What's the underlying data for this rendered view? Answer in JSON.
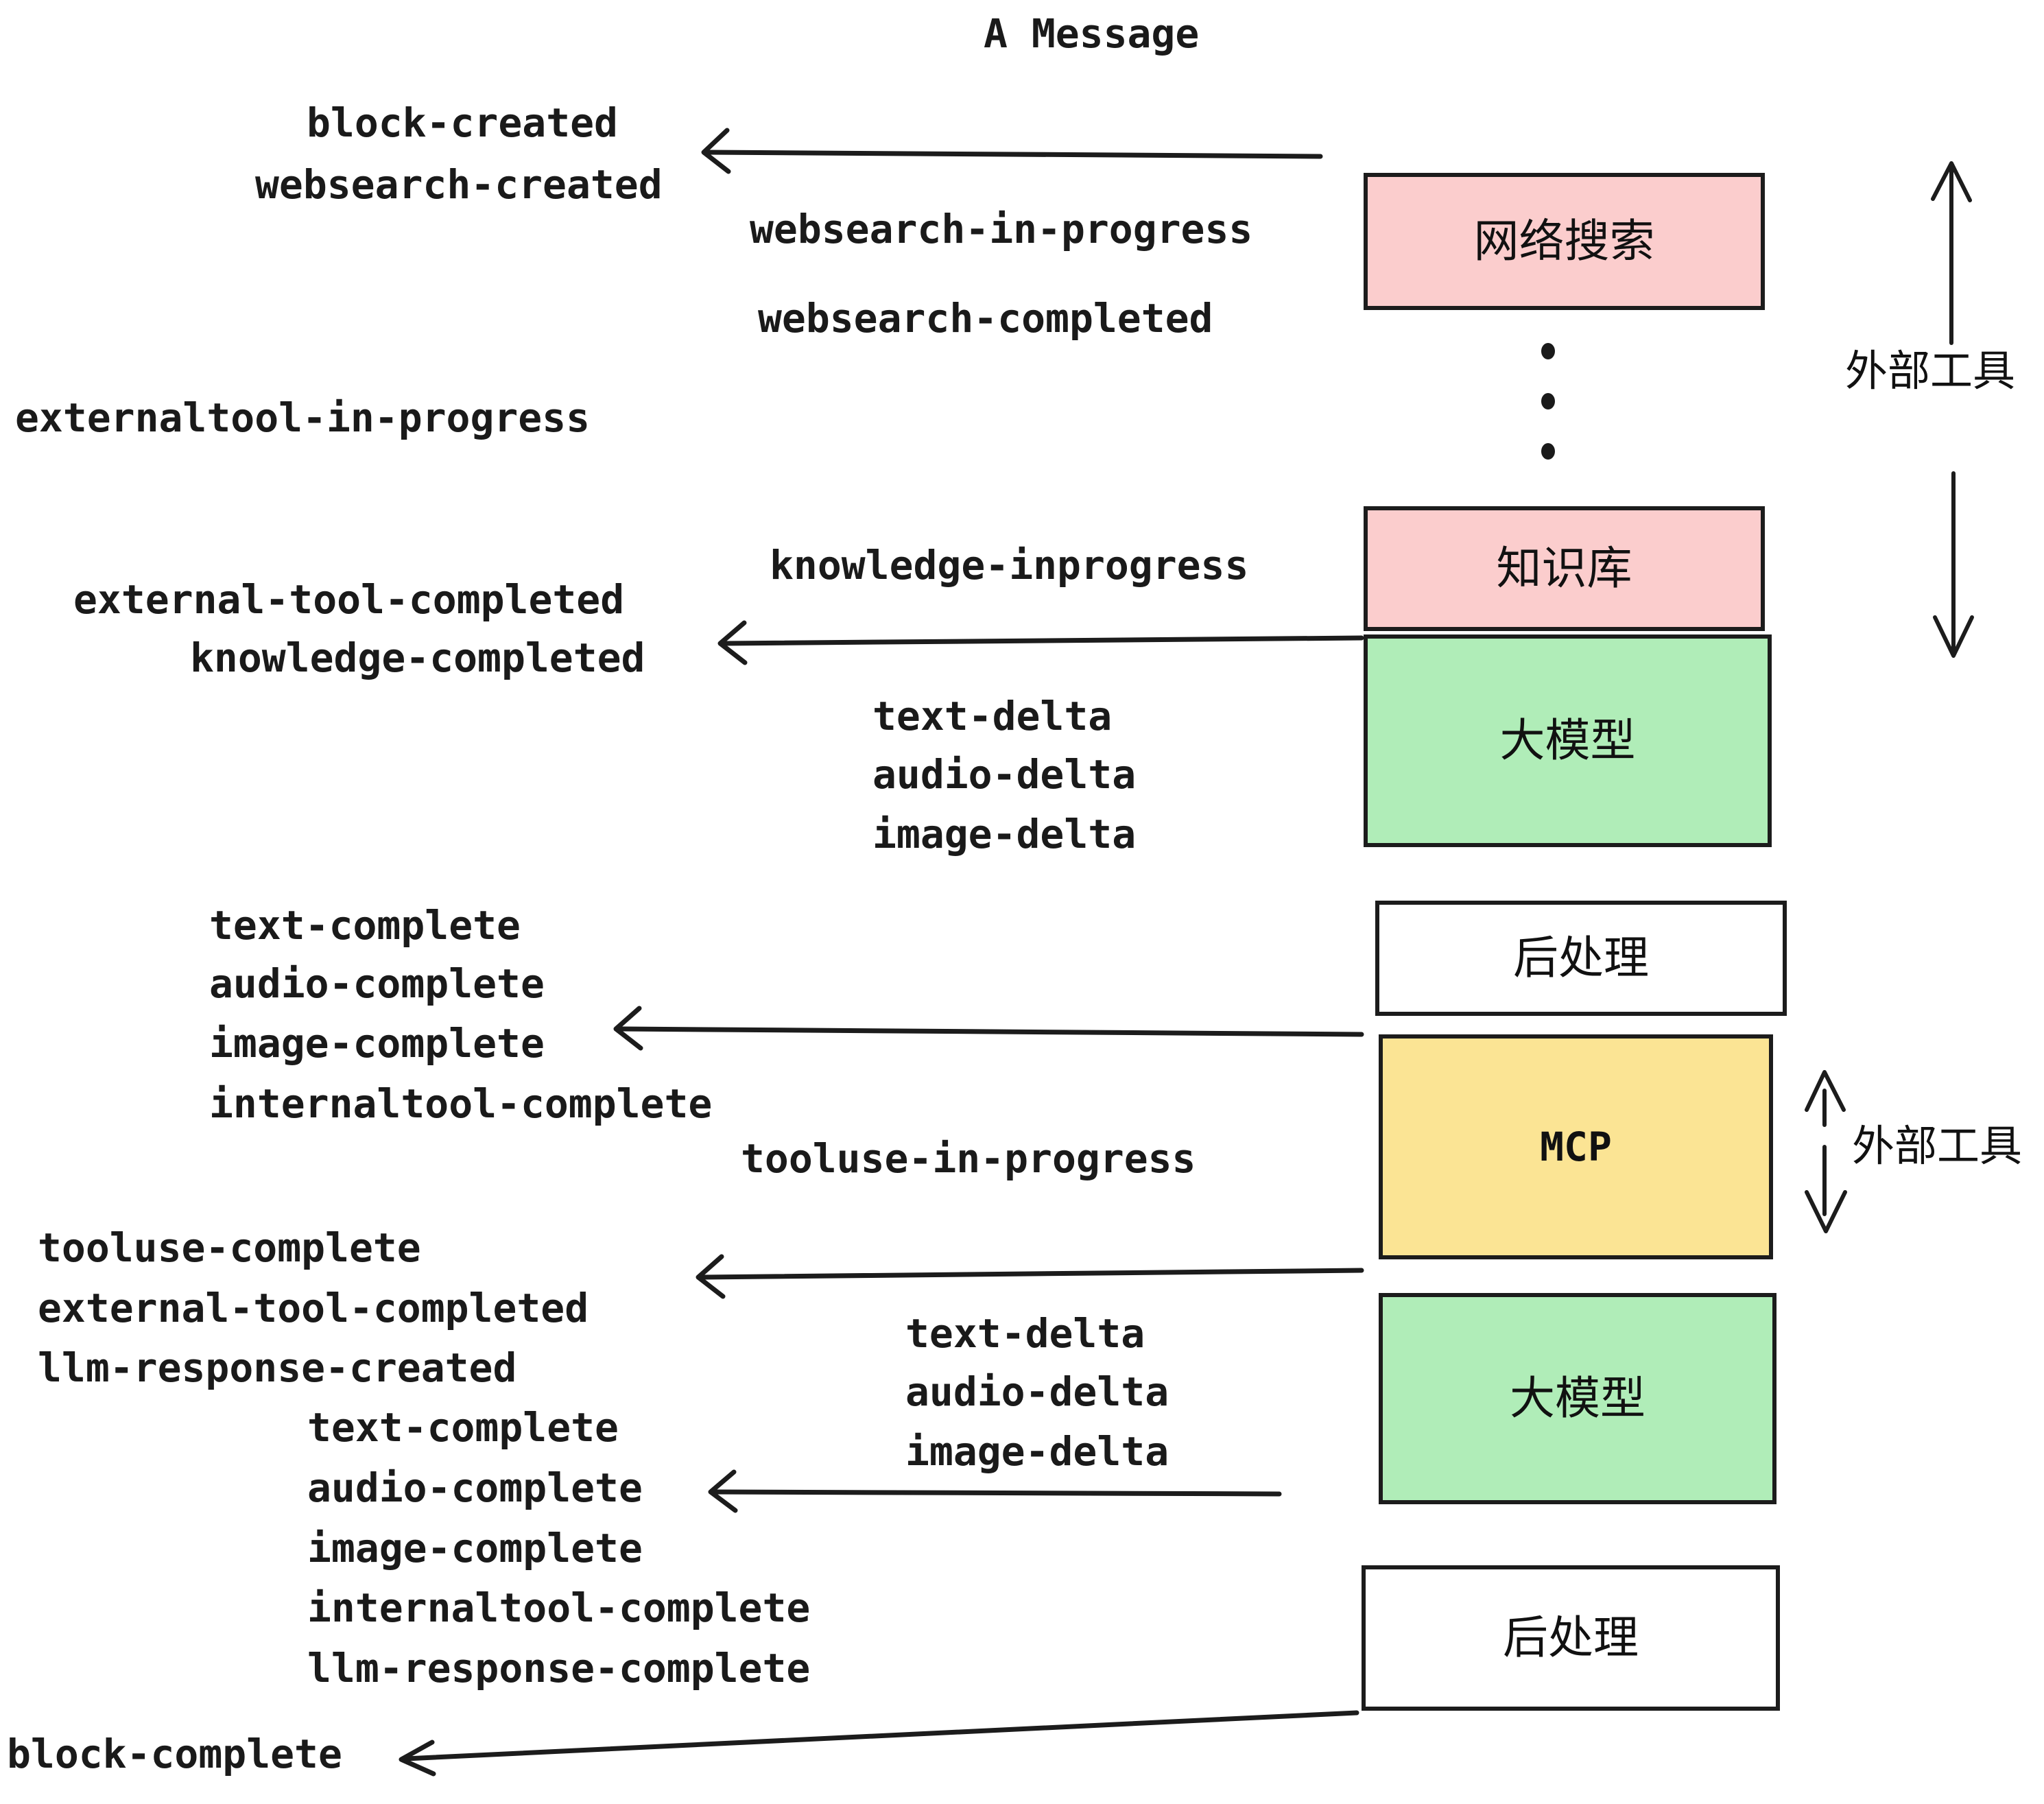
{
  "title": "A Message",
  "events": [
    {
      "key": "block-created",
      "text": "block-created"
    },
    {
      "key": "websearch-created",
      "text": "websearch-created"
    },
    {
      "key": "websearch-in-progress",
      "text": "websearch-in-progress"
    },
    {
      "key": "websearch-completed",
      "text": "websearch-completed"
    },
    {
      "key": "externaltool-in-progress",
      "text": "externaltool-in-progress"
    },
    {
      "key": "knowledge-inprogress",
      "text": "knowledge-inprogress"
    },
    {
      "key": "external-tool-completed-1",
      "text": "external-tool-completed"
    },
    {
      "key": "knowledge-completed",
      "text": "knowledge-completed"
    },
    {
      "key": "text-delta-1",
      "text": "text-delta"
    },
    {
      "key": "audio-delta-1",
      "text": "audio-delta"
    },
    {
      "key": "image-delta-1",
      "text": "image-delta"
    },
    {
      "key": "text-complete-1",
      "text": "text-complete"
    },
    {
      "key": "audio-complete-1",
      "text": "audio-complete"
    },
    {
      "key": "image-complete-1",
      "text": "image-complete"
    },
    {
      "key": "internaltool-complete-1",
      "text": "internaltool-complete"
    },
    {
      "key": "tooluse-in-progress",
      "text": "tooluse-in-progress"
    },
    {
      "key": "tooluse-complete",
      "text": "tooluse-complete"
    },
    {
      "key": "external-tool-completed-2",
      "text": "external-tool-completed"
    },
    {
      "key": "llm-response-created",
      "text": "llm-response-created"
    },
    {
      "key": "text-delta-2",
      "text": "text-delta"
    },
    {
      "key": "audio-delta-2",
      "text": "audio-delta"
    },
    {
      "key": "image-delta-2",
      "text": "image-delta"
    },
    {
      "key": "text-complete-2",
      "text": "text-complete"
    },
    {
      "key": "audio-complete-2",
      "text": "audio-complete"
    },
    {
      "key": "image-complete-2",
      "text": "image-complete"
    },
    {
      "key": "internaltool-complete-2",
      "text": "internaltool-complete"
    },
    {
      "key": "llm-response-complete",
      "text": "llm-response-complete"
    },
    {
      "key": "block-complete",
      "text": "block-complete"
    }
  ],
  "boxes": [
    {
      "key": "websearch",
      "label": "网络搜索",
      "color": "#fbcdcd",
      "script": "cjk"
    },
    {
      "key": "knowledge-base",
      "label": "知识库",
      "color": "#fbcdcd",
      "script": "cjk"
    },
    {
      "key": "llm-top",
      "label": "大模型",
      "color": "#b0edb8",
      "script": "cjk"
    },
    {
      "key": "postprocess-top",
      "label": "后处理",
      "color": "#ffffff",
      "script": "cjk"
    },
    {
      "key": "mcp",
      "label": "MCP",
      "color": "#fbe494",
      "script": "latin"
    },
    {
      "key": "llm-bottom",
      "label": "大模型",
      "color": "#b0edb8",
      "script": "cjk"
    },
    {
      "key": "postprocess-bottom",
      "label": "后处理",
      "color": "#ffffff",
      "script": "cjk"
    }
  ],
  "group_labels": [
    {
      "key": "external-tools-top",
      "text": "外部工具"
    },
    {
      "key": "external-tools-bottom",
      "text": "外部工具"
    }
  ],
  "colors": {
    "pink": "#fbcdcd",
    "green": "#b0edb8",
    "yellow": "#fbe494",
    "white": "#ffffff",
    "stroke": "#1c1c1c",
    "text": "#1a1a1a",
    "background": "#ffffff"
  },
  "ellipsis": {
    "key": "vertical-ellipsis",
    "dots": 3
  }
}
